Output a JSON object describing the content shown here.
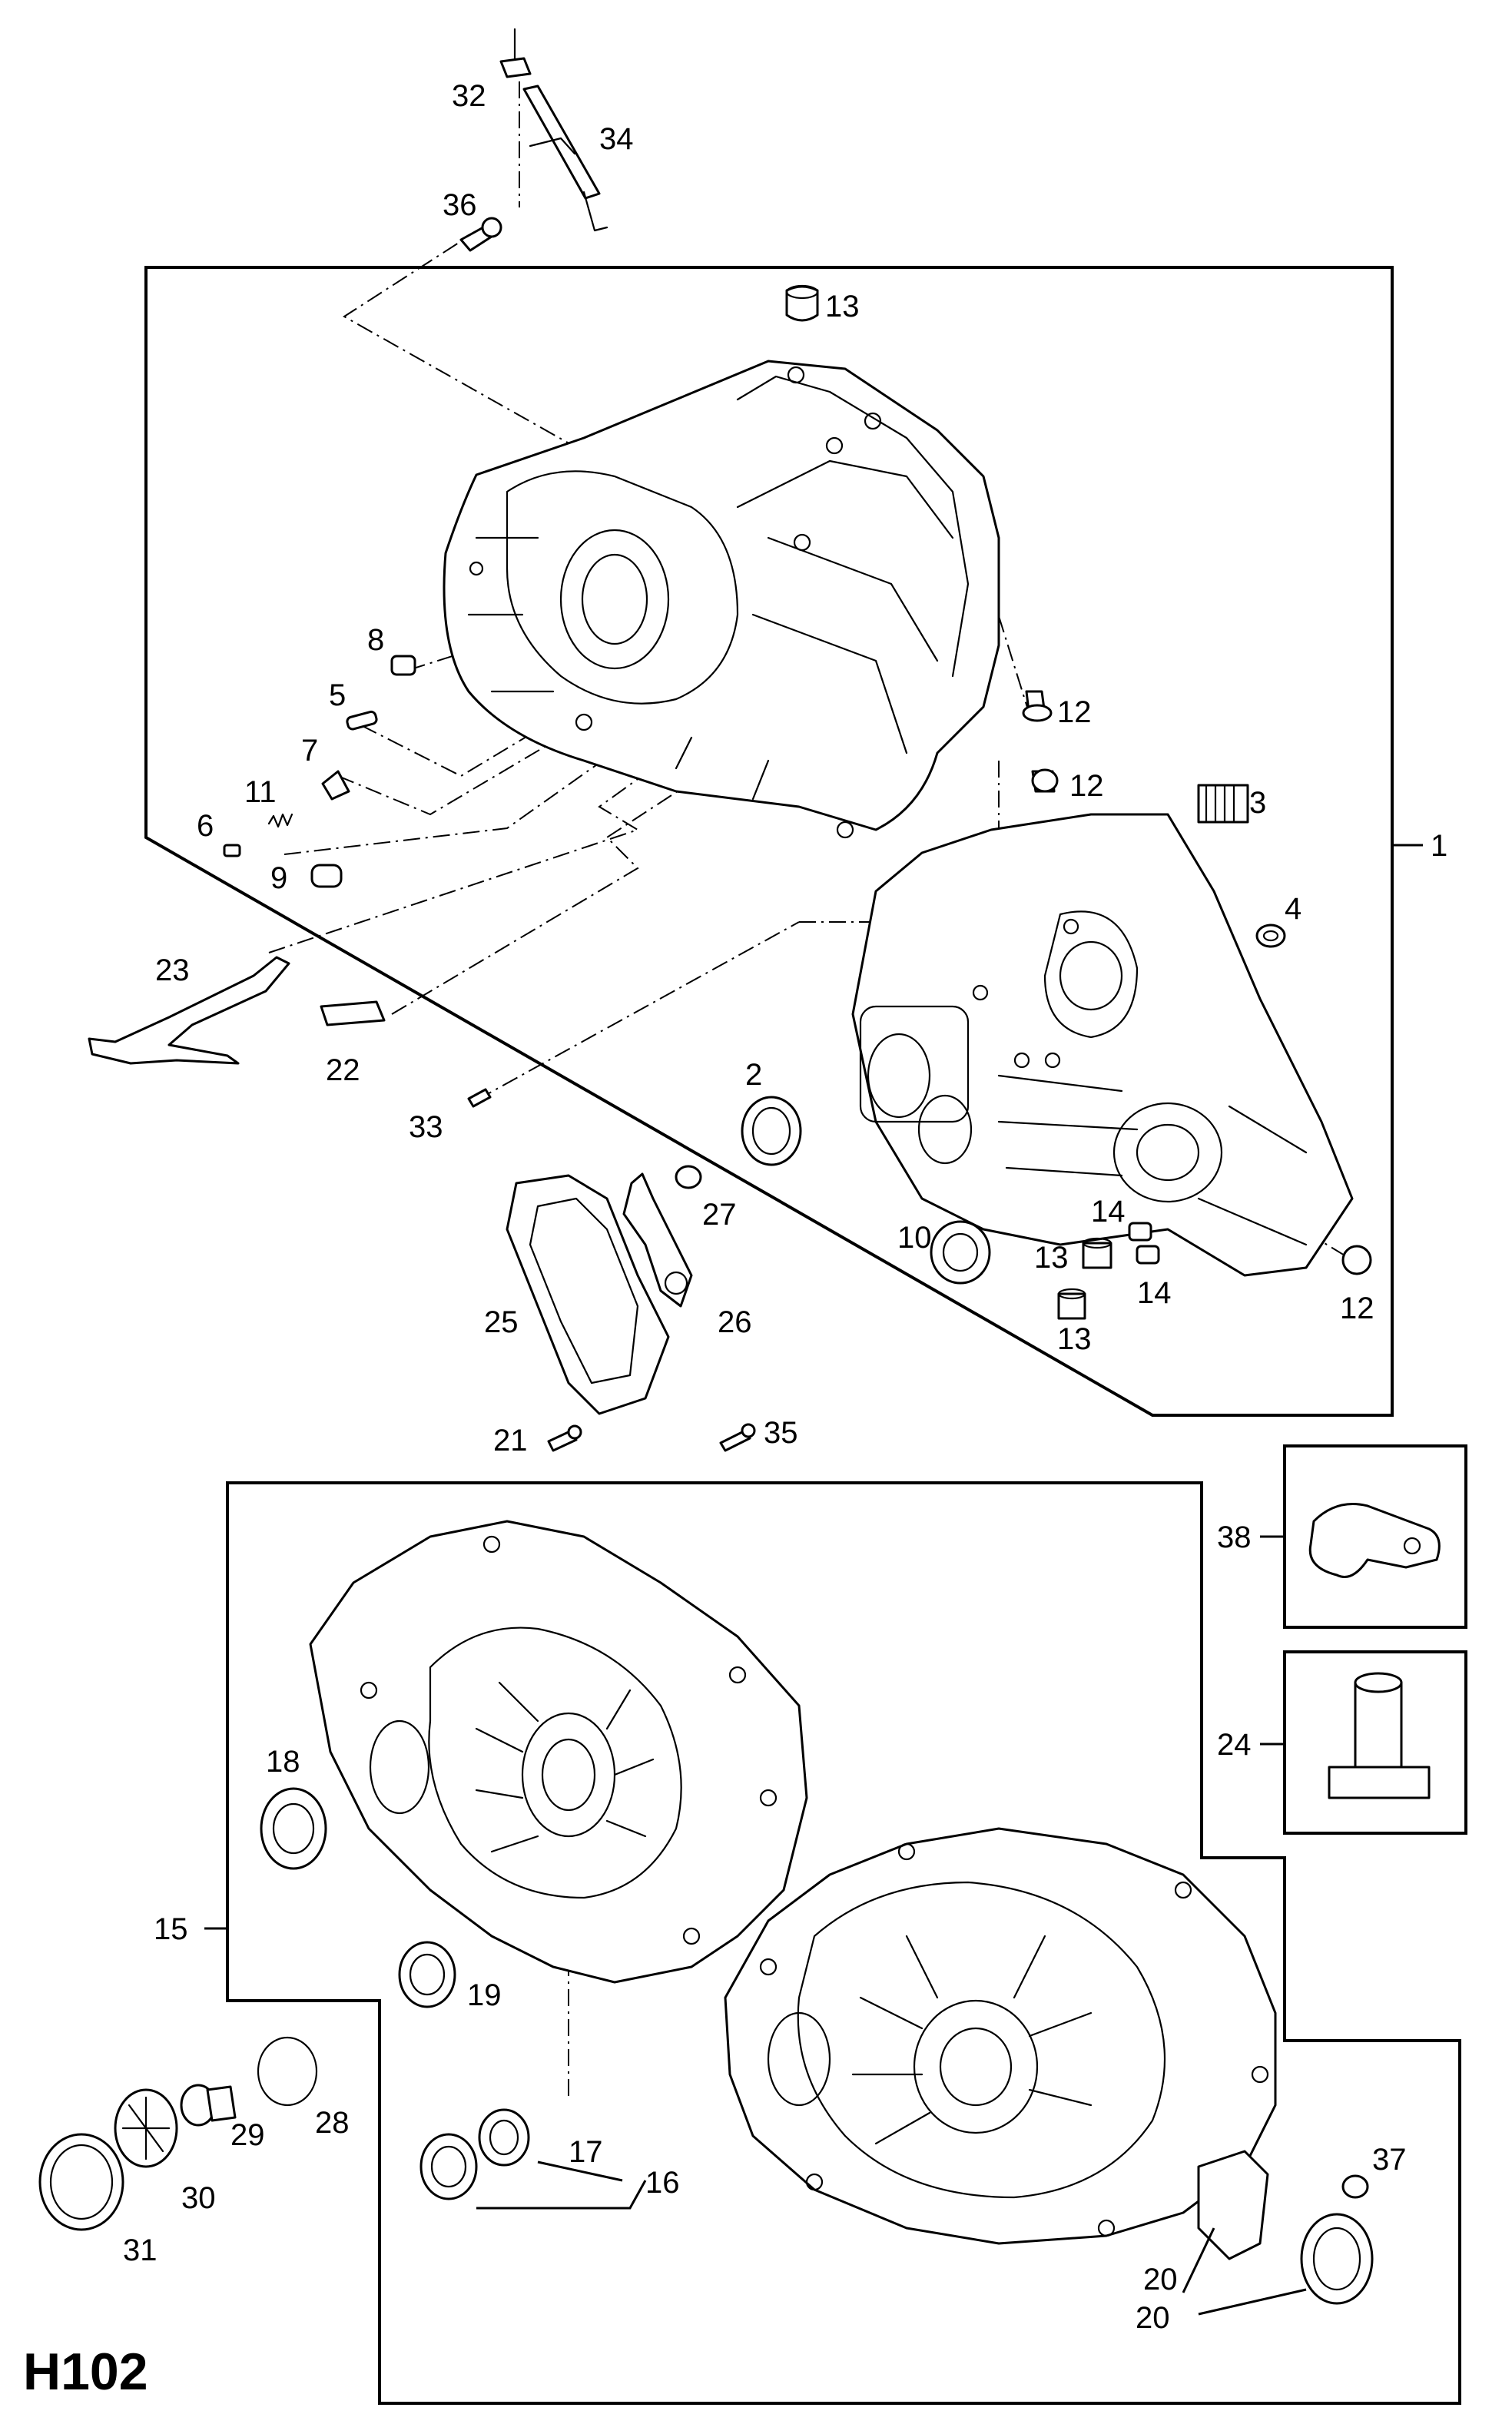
{
  "page_id": "H102",
  "labels": {
    "p1": "1",
    "p2": "2",
    "p3": "3",
    "p4": "4",
    "p5": "5",
    "p6": "6",
    "p7": "7",
    "p8": "8",
    "p9": "9",
    "p10": "10",
    "p11": "11",
    "p12a": "12",
    "p12b": "12",
    "p12c": "12",
    "p13a": "13",
    "p13b": "13",
    "p13c": "13",
    "p14a": "14",
    "p14b": "14",
    "p15": "15",
    "p16": "16",
    "p17": "17",
    "p18": "18",
    "p19": "19",
    "p20a": "20",
    "p20b": "20",
    "p21": "21",
    "p22": "22",
    "p23": "23",
    "p24": "24",
    "p25": "25",
    "p26": "26",
    "p27": "27",
    "p28": "28",
    "p29": "29",
    "p30": "30",
    "p31": "31",
    "p32": "32",
    "p33": "33",
    "p34": "34",
    "p35": "35",
    "p36": "36",
    "p37": "37",
    "p38": "38"
  }
}
